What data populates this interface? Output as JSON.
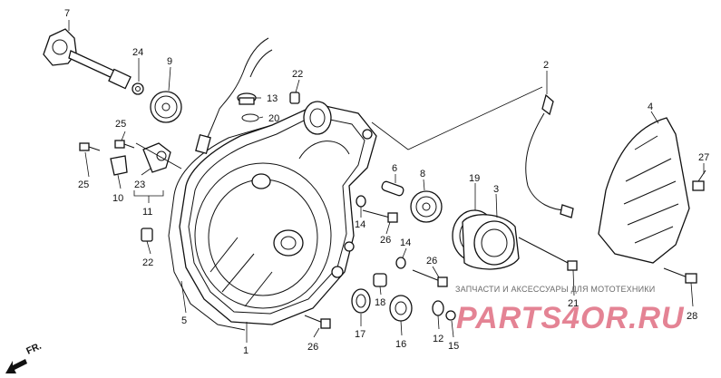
{
  "diagram": {
    "callouts": {
      "p1": "1",
      "p2": "2",
      "p3": "3",
      "p4": "4",
      "p5": "5",
      "p6": "6",
      "p7": "7",
      "p8": "8",
      "p9": "9",
      "p10": "10",
      "p11": "11",
      "p12": "12",
      "p13": "13",
      "p14a": "14",
      "p14b": "14",
      "p15": "15",
      "p16": "16",
      "p17": "17",
      "p18": "18",
      "p19": "19",
      "p20": "20",
      "p21": "21",
      "p22a": "22",
      "p22b": "22",
      "p23": "23",
      "p24": "24",
      "p25a": "25",
      "p25b": "25",
      "p26a": "26",
      "p26b": "26",
      "p26c": "26",
      "p27": "27",
      "p28": "28"
    },
    "front_marker": "FR."
  },
  "watermark": {
    "caption": "ЗАПЧАСТИ И АКСЕССУАРЫ ДЛЯ МОТОТЕХНИКИ",
    "logo": "PARTS4OR.RU",
    "color": "#cd1e3c"
  }
}
